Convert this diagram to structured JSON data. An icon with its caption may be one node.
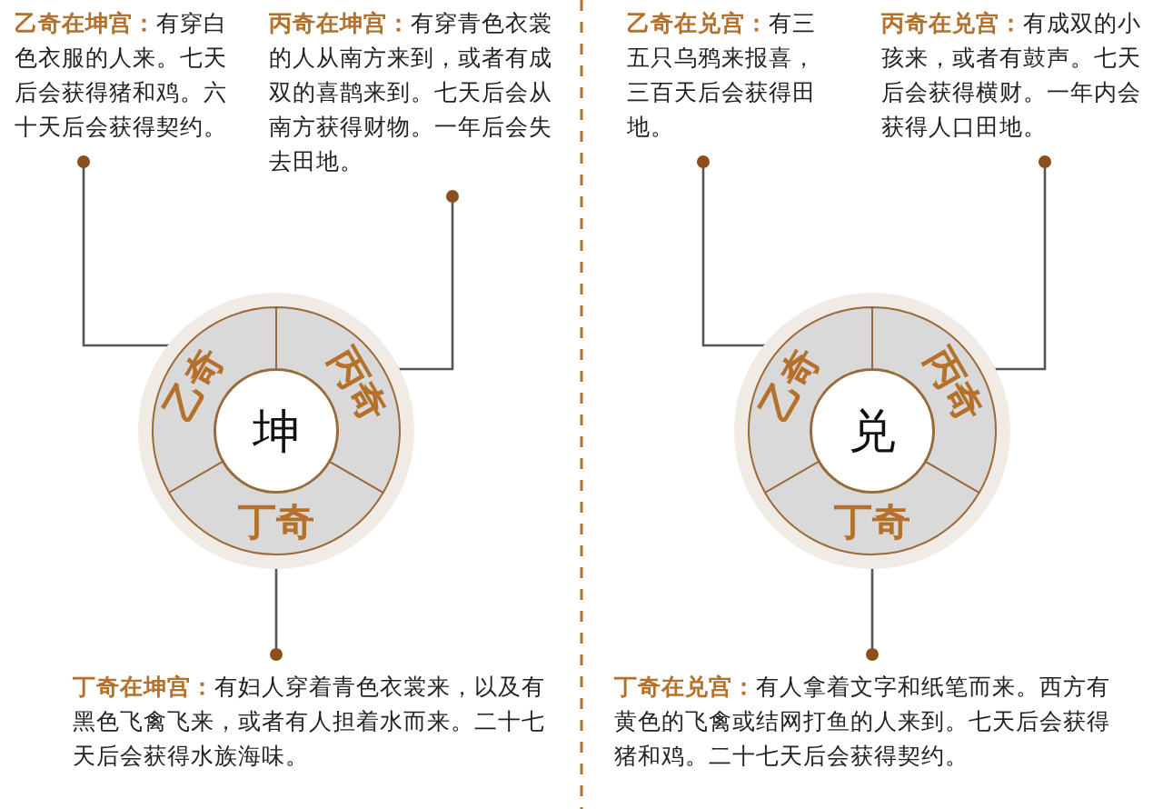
{
  "diagram": {
    "nodes": [
      {
        "text": [
          "乙奇在坤宫：",
          "有穿白色衣服的人来。七天后会获得猪和鸡。六十天后会获得契约。"
        ]
      },
      {
        "text": [
          "丙奇在坤宫：",
          "有穿青色衣裳的人从南方来到，或者有成双的喜鹊来到。七天后会从南方获得财物。一年后会失去田地。"
        ]
      },
      {
        "text": [
          "乙奇在兑宫：",
          "有三五只乌鸦来报喜，三百天后会获得田地。"
        ]
      },
      {
        "text": [
          "丙奇在兑宫：",
          "有成双的小孩来，或者有鼓声。七天后会获得横财。一年内会获得人口田地。"
        ]
      },
      {
        "text": [],
        "shape": "circle"
      },
      {
        "text": [
          "乙奇"
        ],
        "in": 4
      },
      {
        "text": [
          "丙奇"
        ],
        "in": 4
      },
      {
        "text": [
          "坤"
        ],
        "in": 4
      },
      {
        "text": [
          "丁奇"
        ],
        "in": 4
      },
      {
        "text": [],
        "shape": "circle"
      },
      {
        "text": [
          "乙奇"
        ],
        "in": 9
      },
      {
        "text": [
          "丙奇"
        ],
        "in": 9
      },
      {
        "text": [
          "兑"
        ],
        "in": 9
      },
      {
        "text": [
          "丁奇"
        ],
        "in": 9
      },
      {
        "text": [
          "丁奇在坤宫：",
          "有妇人穿着青色衣裳来，以及有黑色飞禽飞来，或者有人担着水而来。二十七天后会获得水族海味。"
        ]
      },
      {
        "text": [
          "丁奇在兑宫：",
          "有人拿着文字和纸笔而来。西方有黄色的飞禽或结网打鱼的人来到。七天后会获得猪和鸡。二十七天后会获得契约。"
        ]
      }
    ],
    "edges": [
      {
        "from": 0,
        "to": 5,
        "arrow": "other"
      },
      {
        "from": 1,
        "to": 6,
        "arrow": "other"
      },
      {
        "from": 2,
        "to": 10,
        "arrow": "other"
      },
      {
        "from": 3,
        "to": 11,
        "arrow": "other"
      },
      {
        "from": 14,
        "to": 8,
        "arrow": "other"
      },
      {
        "from": 15,
        "to": 13,
        "arrow": "other"
      }
    ]
  }
}
